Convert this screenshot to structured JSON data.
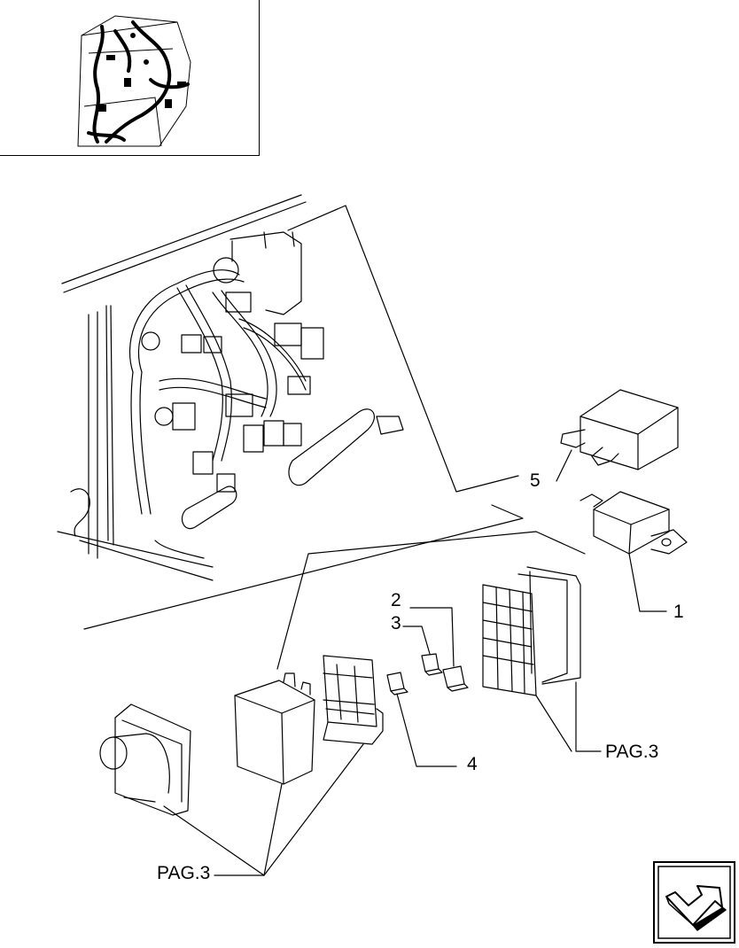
{
  "callouts": {
    "c5": "5",
    "c1": "1",
    "c2": "2",
    "c3": "3",
    "c4": "4",
    "pag_right": "PAG.3",
    "pag_bottom": "PAG.3"
  },
  "icons": {
    "thumbnail": "cab-wiring-harness-thumbnail",
    "nav": "next-page-arrow-icon"
  },
  "colors": {
    "line": "#000000",
    "background": "#ffffff"
  }
}
